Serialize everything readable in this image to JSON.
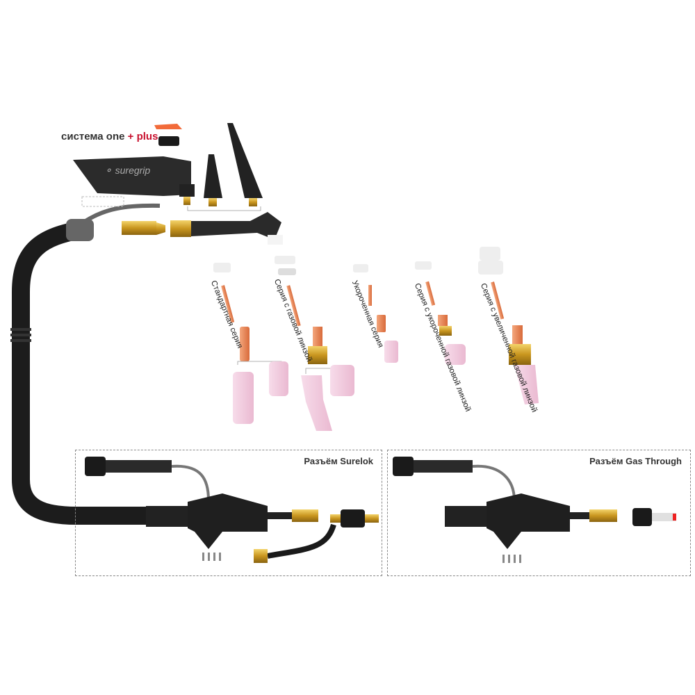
{
  "header": {
    "system_label": "система one",
    "plus_sign": "+",
    "plus_label": "plus"
  },
  "handle": {
    "brand": "suregrip"
  },
  "series": [
    {
      "label": "Стандартная серия"
    },
    {
      "label": "Серия с газовой линзой"
    },
    {
      "label": "Укороченная серия"
    },
    {
      "label": "Серия с укороченной газовой линзой"
    },
    {
      "label": "Серия с увеличенной газовой линзой"
    }
  ],
  "connectors": [
    {
      "label": "Разъём Surelok"
    },
    {
      "label": "Разъём Gas Through"
    }
  ],
  "colors": {
    "accent": "#c8102e",
    "brass": "#d4a72c",
    "ceramic": "#f2cfe0",
    "copper": "#e8875a",
    "cable": "#1c1c1c"
  }
}
